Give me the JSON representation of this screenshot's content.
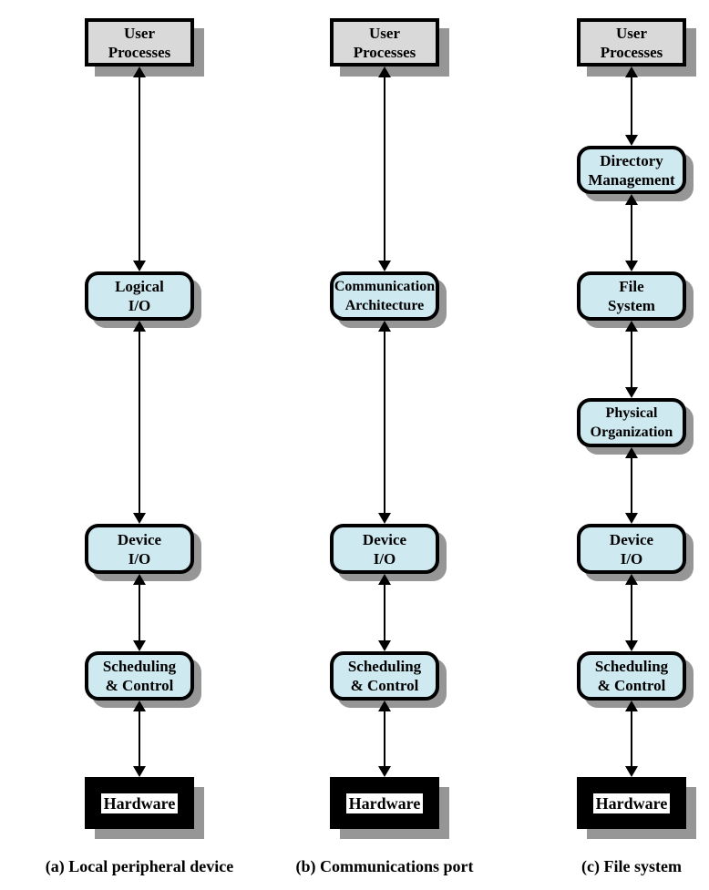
{
  "columns": [
    {
      "caption": "(a) Local peripheral device",
      "boxes": [
        {
          "line1": "User",
          "line2": "Processes"
        },
        {
          "line1": "Logical",
          "line2": "I/O"
        },
        {
          "line1": "Device",
          "line2": "I/O"
        },
        {
          "line1": "Scheduling",
          "line2": "& Control"
        },
        {
          "line1": "Hardware"
        }
      ]
    },
    {
      "caption": "(b) Communications port",
      "boxes": [
        {
          "line1": "User",
          "line2": "Processes"
        },
        {
          "line1": "Communication",
          "line2": "Architecture"
        },
        {
          "line1": "Device",
          "line2": "I/O"
        },
        {
          "line1": "Scheduling",
          "line2": "& Control"
        },
        {
          "line1": "Hardware"
        }
      ]
    },
    {
      "caption": "(c) File system",
      "boxes": [
        {
          "line1": "User",
          "line2": "Processes"
        },
        {
          "line1": "Directory",
          "line2": "Management"
        },
        {
          "line1": "File",
          "line2": "System"
        },
        {
          "line1": "Physical",
          "line2": "Organization"
        },
        {
          "line1": "Device",
          "line2": "I/O"
        },
        {
          "line1": "Scheduling",
          "line2": "& Control"
        },
        {
          "line1": "Hardware"
        }
      ]
    }
  ],
  "colors": {
    "layer_fill": "#cfe9f1",
    "user_fill": "#d9d9d9",
    "hardware_fill": "#000000",
    "shadow": "#969696",
    "line": "#000000"
  }
}
